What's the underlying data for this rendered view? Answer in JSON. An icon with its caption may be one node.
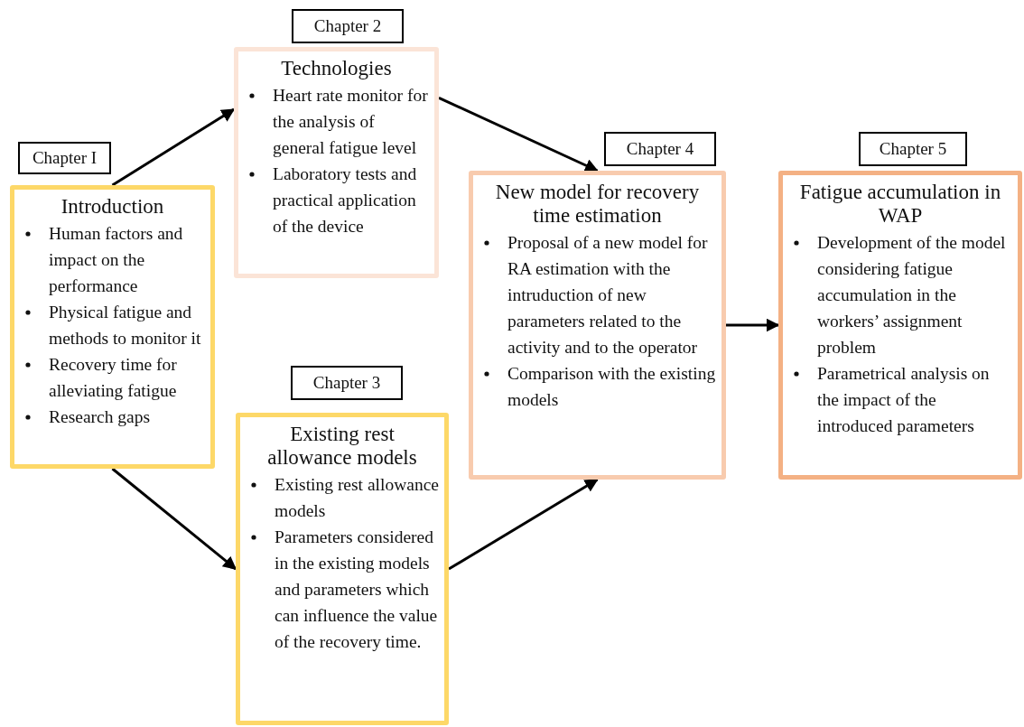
{
  "diagram": {
    "nodes": [
      {
        "text": [
          "Chapter I"
        ]
      },
      {
        "text": [
          "Introduction",
          "Human factors and impact on the performance",
          "Physical fatigue and methods to monitor it",
          "Recovery time for alleviating fatigue",
          "Research gaps"
        ]
      },
      {
        "text": [
          "Chapter 2"
        ]
      },
      {
        "text": [
          "Technologies",
          "Heart rate monitor for the analysis of general fatigue level",
          "Laboratory tests and practical application of the device"
        ]
      },
      {
        "text": [
          "Chapter 3"
        ]
      },
      {
        "text": [
          "Existing rest allowance models",
          "Existing rest allowance models",
          "Parameters considered in the existing models and parameters which can influence the value of the recovery time."
        ]
      },
      {
        "text": [
          "Chapter 4"
        ]
      },
      {
        "text": [
          "New model for recovery time estimation",
          "Proposal of a new model for RA estimation with the intruduction of new parameters related to the activity and to the operator",
          "Comparison with the existing models"
        ]
      },
      {
        "text": [
          "Chapter 5"
        ]
      },
      {
        "text": [
          "Fatigue accumulation in WAP",
          "Development of the model considering fatigue accumulation in the workers’ assignment problem",
          "Parametrical analysis on the impact of the introduced parameters"
        ]
      }
    ],
    "edges": [
      {
        "from": 1,
        "to": 3,
        "arrow": "to"
      },
      {
        "from": 1,
        "to": 5,
        "arrow": "to"
      },
      {
        "from": 3,
        "to": 7,
        "arrow": "to"
      },
      {
        "from": 5,
        "to": 7,
        "arrow": "to"
      },
      {
        "from": 7,
        "to": 9,
        "arrow": "to"
      }
    ]
  }
}
